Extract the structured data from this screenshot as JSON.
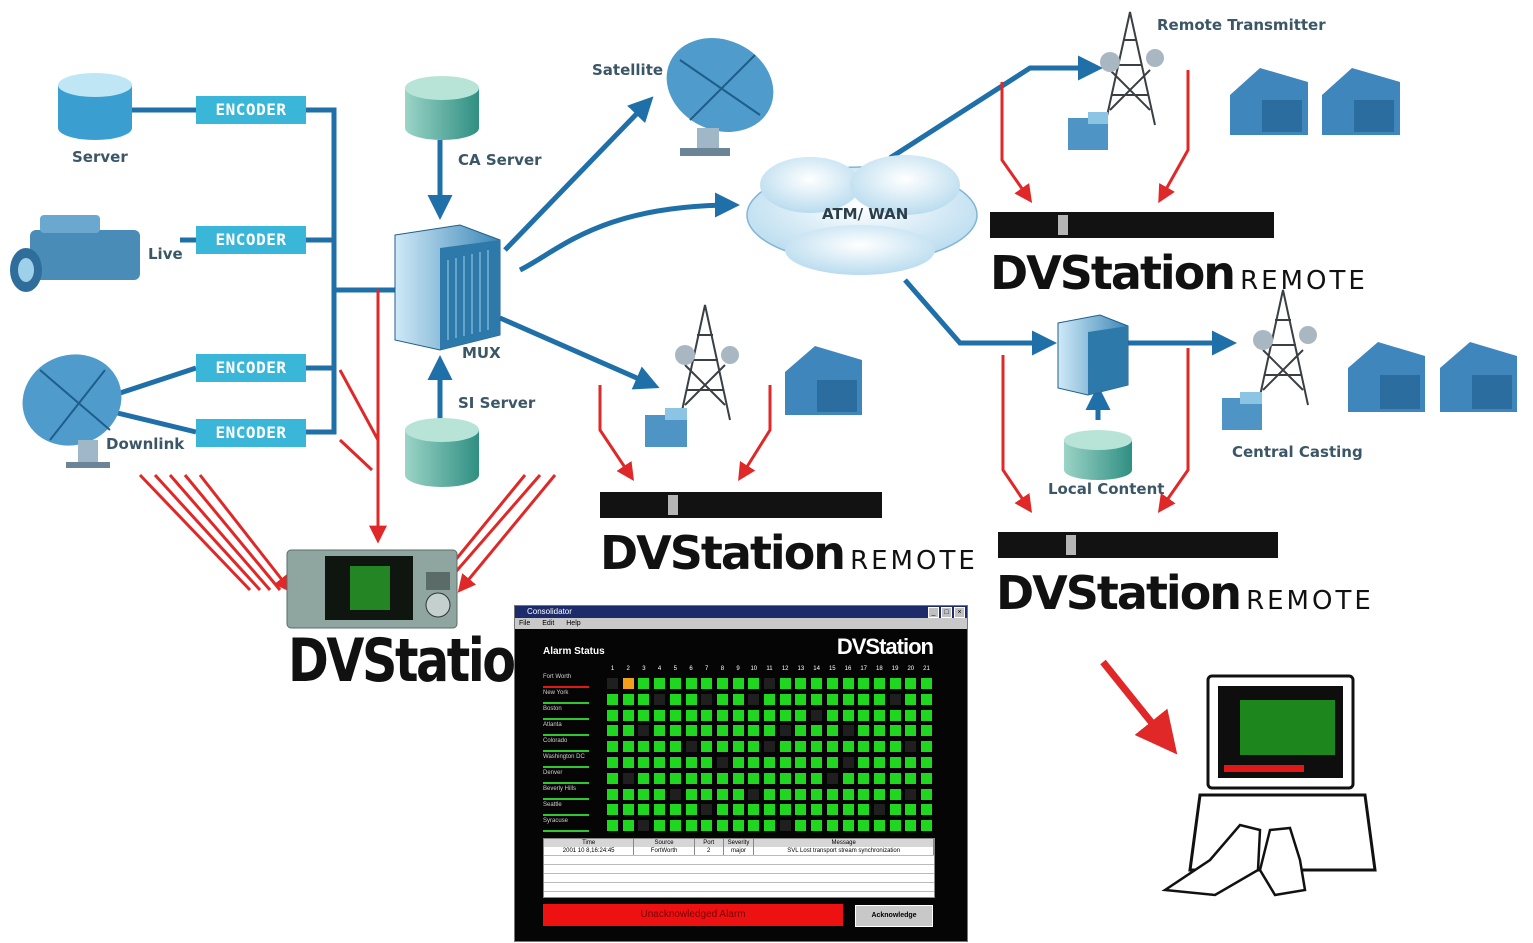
{
  "labels": {
    "server": "Server",
    "live": "Live",
    "downlink": "Downlink",
    "ca_server": "CA Server",
    "si_server": "SI Server",
    "mux": "MUX",
    "satellite": "Satellite",
    "atm_wan": "ATM/ WAN",
    "remote_transmitter": "Remote Transmitter",
    "central_casting": "Central Casting",
    "local_content": "Local Content"
  },
  "encoders": [
    "ENCODER",
    "ENCODER",
    "ENCODER",
    "ENCODER"
  ],
  "brand": {
    "main": "DVStation",
    "remote_main": "DVStation",
    "remote_sub": "REMOTE"
  },
  "consolidator": {
    "window_title": "Consolidator",
    "menu": [
      "File",
      "Edit",
      "Help"
    ],
    "heading": "Alarm Status",
    "brand": "DVStation",
    "columns": [
      "1",
      "2",
      "3",
      "4",
      "5",
      "6",
      "7",
      "8",
      "9",
      "10",
      "11",
      "12",
      "13",
      "14",
      "15",
      "16",
      "17",
      "18",
      "19",
      "20",
      "21"
    ],
    "sites": [
      "Fort Worth",
      "New York",
      "Boston",
      "Atlanta",
      "Colorado",
      "Washington DC",
      "Denver",
      "Beverly Hills",
      "Seattle",
      "Syracuse"
    ],
    "grid": [
      "oa1111111101111111111",
      "111011011011111111011",
      "111111111111101111111",
      "110111111110111011111",
      "111110111101111111101",
      "111111101111111011111",
      "101111111111110111111",
      "111101111011111111101",
      "111111011111111110111",
      "110111111110111111111"
    ],
    "colors": {
      "ok": "#1fd71f",
      "off": "#1f1f1f",
      "warn": "#f2a019",
      "alert": "#e01818"
    },
    "table_headers": [
      "Time",
      "Source",
      "Port",
      "Severity",
      "Message"
    ],
    "table_row": [
      "2001 10 8,16:24:45",
      "FortWorth",
      "2",
      "major",
      "SVL Lost transport stream synchronization"
    ],
    "unacknowledged": "Unacknowledged Alarm",
    "acknowledge": "Acknowledge"
  }
}
